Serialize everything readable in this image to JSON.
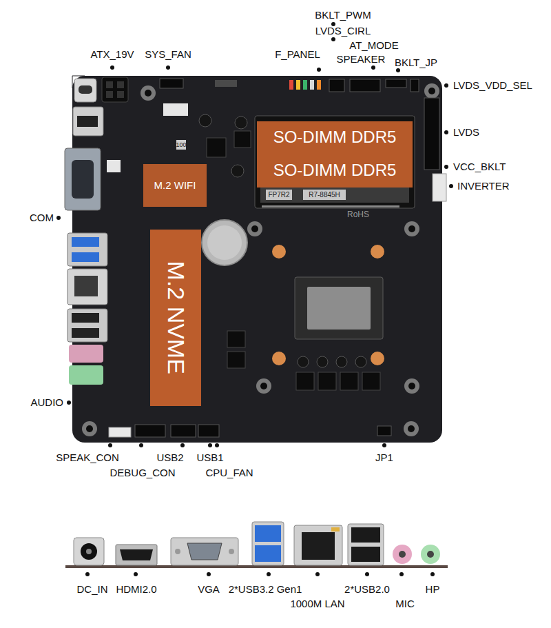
{
  "diagram": {
    "nodes": [
      {
        "text": [
          "SO-DIMM DDR5"
        ]
      },
      {
        "text": [
          "SO-DIMM DDR5"
        ]
      },
      {
        "text": [
          "M.2 WIFI"
        ]
      },
      {
        "text": [
          "M.2 NVME"
        ]
      }
    ],
    "labels": [
      "ATX_19V",
      "SYS_FAN",
      "F_PANEL",
      "BKLT_PWM",
      "LVDS_CIRL",
      "AT_MODE",
      "SPEAKER",
      "BKLT_JP",
      "LVDS_VDD_SEL",
      "LVDS",
      "VCC_BKLT",
      "INVERTER",
      "COM",
      "AUDIO",
      "SPEAK_CON",
      "DEBUG_CON",
      "USB2",
      "USB1",
      "CPU_FAN",
      "JP1",
      "DC_IN",
      "HDMI2.0",
      "VGA",
      "2*USB3.2 Gen1",
      "1000M LAN",
      "2*USB2.0",
      "MIC",
      "HP",
      "FP7R2",
      "R7-8845H",
      "RoHS",
      "100"
    ]
  }
}
